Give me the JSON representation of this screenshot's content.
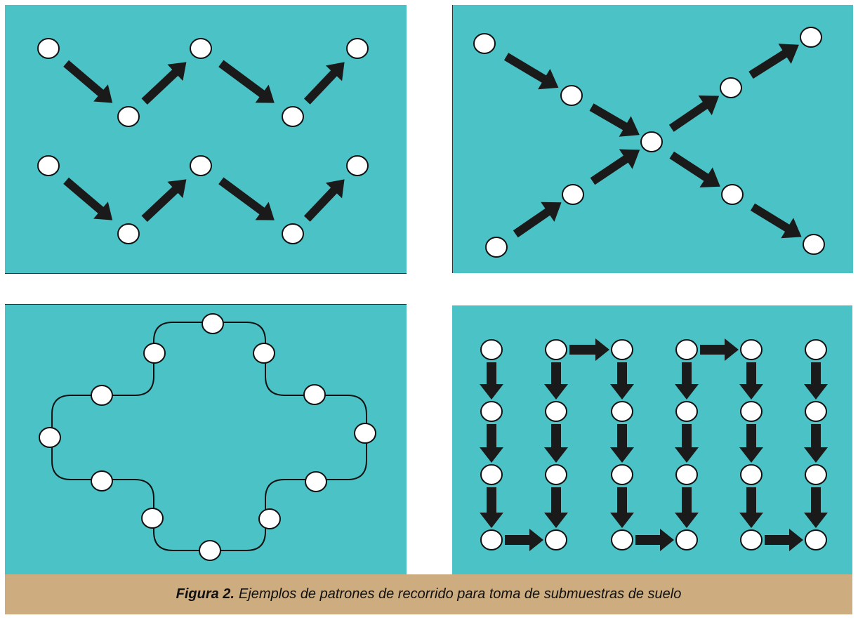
{
  "caption": {
    "label": "Figura 2.",
    "text": "Ejemplos de patrones de recorrido para toma de submuestras de suelo"
  },
  "colors": {
    "panel_bg": "#4bc3c6",
    "caption_bg": "#cdac7f",
    "arrow": "#1a1a1a",
    "point_fill": "#ffffff"
  },
  "patterns": [
    "zigzag",
    "x-cross",
    "perimeter",
    "serpentine-grid"
  ]
}
